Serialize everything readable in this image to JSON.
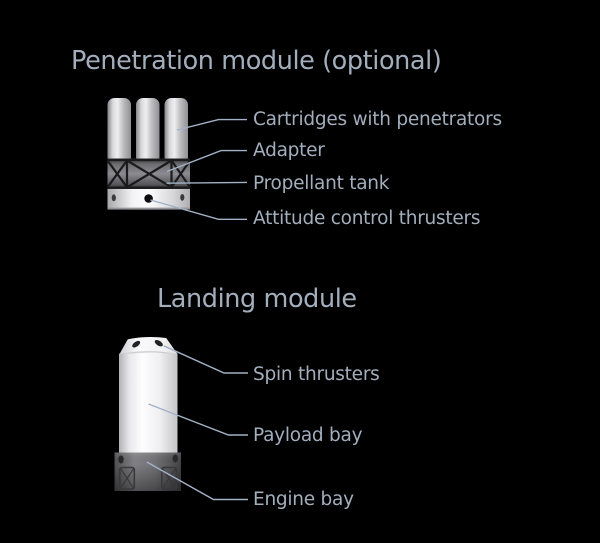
{
  "colors": {
    "background": "#000000",
    "text": "#a3aebd",
    "leader_line": "#a2b1c6"
  },
  "penetration_module": {
    "title": "Penetration module (optional)",
    "labels": [
      {
        "text": "Cartridges with penetrators"
      },
      {
        "text": "Adapter"
      },
      {
        "text": "Propellant tank"
      },
      {
        "text": "Attitude control thrusters"
      }
    ]
  },
  "landing_module": {
    "title": "Landing module",
    "labels": [
      {
        "text": "Spin thrusters"
      },
      {
        "text": "Payload bay"
      },
      {
        "text": "Engine bay"
      }
    ]
  }
}
